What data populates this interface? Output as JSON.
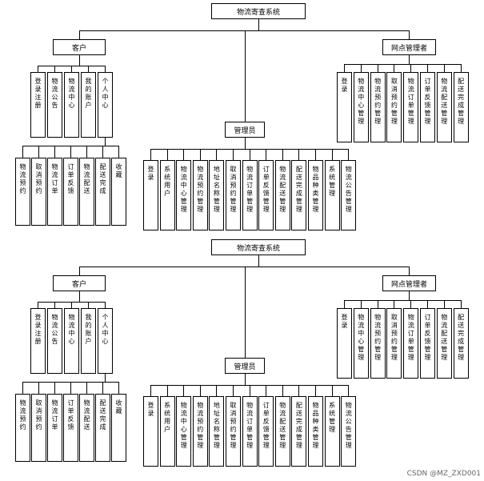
{
  "diagrams": [
    {
      "root": "物流寄查系统",
      "customer": {
        "label": "客户",
        "children": [
          "登录注册",
          "物流公告",
          "物流中心",
          "我的账户",
          "个人中心"
        ],
        "personal_center_children": [
          "物流预约",
          "取消预约",
          "物流订单",
          "订单反馈",
          "物流配送",
          "配送完成",
          "收藏"
        ]
      },
      "admin": {
        "label": "管理员",
        "children": [
          "登录",
          "系统用户",
          "物流中心管理",
          "物流预约管理",
          "地址名称管理",
          "取消预约管理",
          "物流订单管理",
          "订单反馈管理",
          "物流配送管理",
          "配送完成管理",
          "物品种类管理",
          "系统管理",
          "物流公告管理"
        ]
      },
      "station_manager": {
        "label": "网点管理者",
        "children": [
          "登录",
          "物流中心管理",
          "物流预约管理",
          "取消预约管理",
          "物流订单管理",
          "订单反馈管理",
          "物流配送管理",
          "配送完成管理"
        ]
      }
    },
    {
      "root": "物流寄查系统",
      "customer": {
        "label": "客户",
        "children": [
          "登录注册",
          "物流公告",
          "物流中心",
          "我的账户",
          "个人中心"
        ],
        "personal_center_children": [
          "物流预约",
          "取消预约",
          "物流订单",
          "订单反馈",
          "物流配送",
          "配送完成",
          "收藏"
        ]
      },
      "admin": {
        "label": "管理员",
        "children": [
          "登录",
          "系统用户",
          "物流中心管理",
          "物流预约管理",
          "地址名称管理",
          "取消预约管理",
          "物流订单管理",
          "订单反馈管理",
          "物流配送管理",
          "配送完成管理",
          "物品种类管理",
          "系统管理",
          "物流公告管理"
        ]
      },
      "station_manager": {
        "label": "网点管理者",
        "children": [
          "登录",
          "物流中心管理",
          "物流预约管理",
          "取消预约管理",
          "物流订单管理",
          "订单反馈管理",
          "物流配送管理",
          "配送完成管理"
        ]
      }
    }
  ],
  "watermark": "CSDN @MZ_ZXD001"
}
